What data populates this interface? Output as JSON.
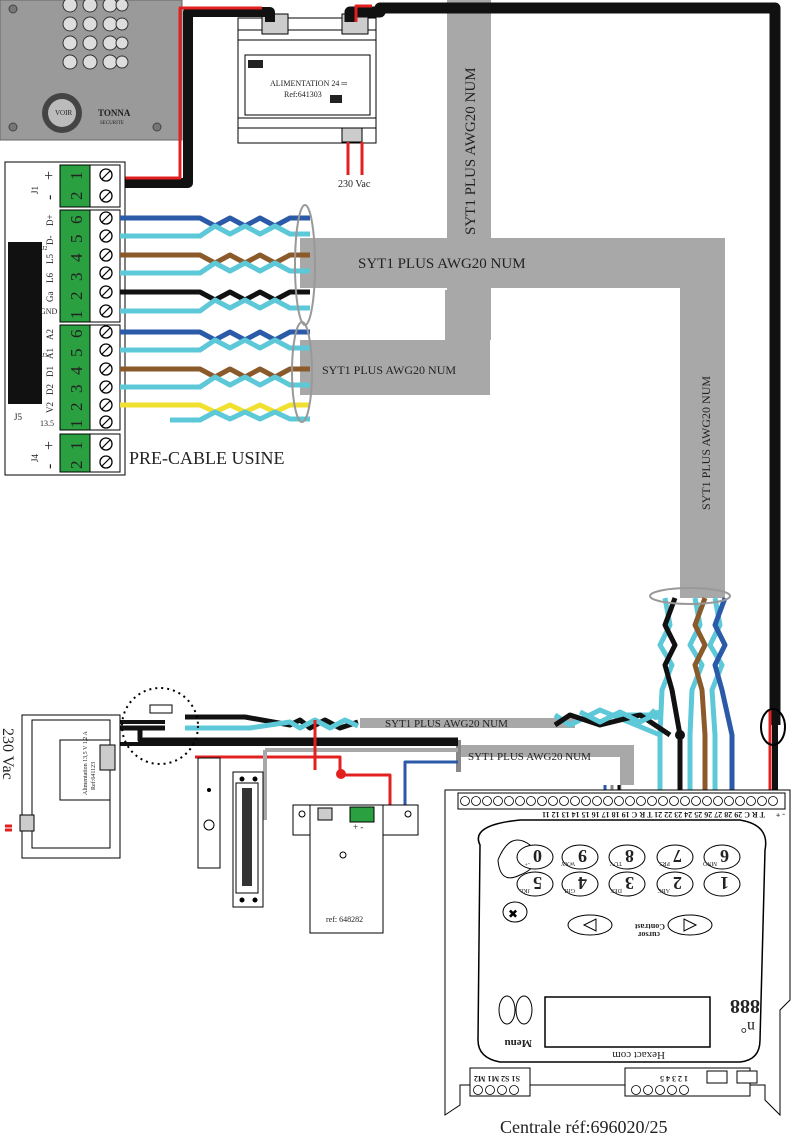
{
  "cable_labels": {
    "vertical_top": "SYT1 PLUS AWG20 NUM",
    "horizontal_main": "SYT1 PLUS AWG20 NUM",
    "branch_lower": "SYT1 PLUS AWG20 NUM",
    "vertical_right": "SYT1 PLUS AWG20 NUM",
    "bottom_cable_1": "SYT1 PLUS AWG20 NUM",
    "bottom_cable_2": "SYT1 PLUS AWG20 NUM"
  },
  "power_supply_top": {
    "title": "ALIMENTATION 24 ═",
    "ref": "Ref:641303",
    "mains": "230 Vac"
  },
  "keypad": {
    "brand": "TONNA",
    "sub": "SECURITE",
    "center_label": "VOIR"
  },
  "terminal_block": {
    "j1": "J1",
    "j1_numbers": [
      "1",
      "2"
    ],
    "j1_signs": [
      "+",
      "-"
    ],
    "j2_labels": [
      "D+",
      "D-",
      "L5",
      "L6",
      "Ga",
      "GND"
    ],
    "j2": "J2",
    "j2_numbers": [
      "1",
      "2",
      "3",
      "4",
      "5",
      "6"
    ],
    "j3_labels": [
      "A2",
      "A1",
      "D1",
      "D2",
      "V2",
      "13.5"
    ],
    "j3": "J3",
    "j3_numbers": [
      "1",
      "2",
      "3",
      "4",
      "5",
      "6"
    ],
    "j5": "J5",
    "j4": "J4",
    "j4_numbers": [
      "1",
      "2"
    ],
    "j4_signs": [
      "+",
      "-"
    ],
    "precable": "PRE-CABLE USINE"
  },
  "left_power": {
    "mains": "230 Vac",
    "label": "Alimentation 13,5 V 1,2 A",
    "ref": "Ref:641123"
  },
  "lock_box": {
    "signs": "+ -",
    "ref": "ref: 648282"
  },
  "central": {
    "terminals_left": "T R C 29 28 27 26 25 24 23 22 21  T R C 19 18 17 16 15 14 13 12 11",
    "terminals_right": "- +",
    "keys": [
      "1",
      "2",
      "3",
      "4",
      "5",
      "6",
      "7",
      "8",
      "9",
      "0"
    ],
    "key_letters": [
      "",
      "ABC",
      "DEF",
      "GHI",
      "JKL",
      "MNO",
      "PRS",
      "TUV",
      "WXY",
      "-+"
    ],
    "contrast": "Contrast",
    "cursor": "cursor",
    "display": "888",
    "n": "n°",
    "menu": "Menu",
    "brand": "Hexact com",
    "s_terms": "S1 S2 M1 M2",
    "io_terms": "1 2 3 4 5",
    "title": "Centrale réf:696020/25"
  },
  "colors": {
    "cable_grey": "#a8a8a8",
    "wire_cyan": "#5cc8d8",
    "wire_blue": "#2a5aa8",
    "wire_brown": "#8a5a2a",
    "wire_black": "#111111",
    "wire_red": "#e32020",
    "wire_yellow": "#f0e030",
    "terminal_green": "#2aa040"
  }
}
